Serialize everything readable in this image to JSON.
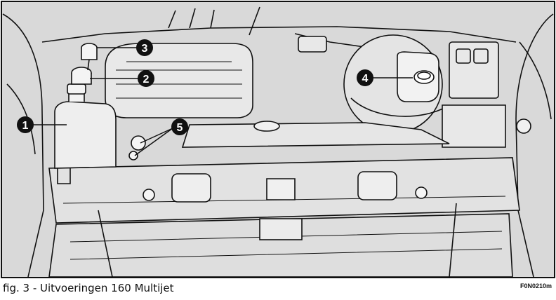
{
  "figure": {
    "caption": "fig. 3 - Uitvoeringen 160 Multijet",
    "code": "F0N0210m",
    "callouts": [
      {
        "label": "1",
        "part": "coolant-reservoir"
      },
      {
        "label": "2",
        "part": "oil-filler-cap"
      },
      {
        "label": "3",
        "part": "dipstick-cap"
      },
      {
        "label": "4",
        "part": "brake-fluid-reservoir"
      },
      {
        "label": "5",
        "part": "washer-fluid-caps"
      }
    ]
  }
}
